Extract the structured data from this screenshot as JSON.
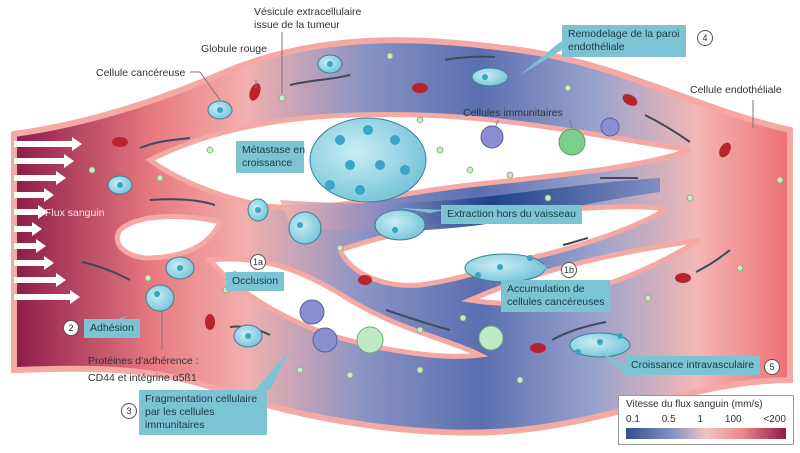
{
  "labels": {
    "vesicle": "Vésicule extracellulaire\nissue de la tumeur",
    "vesicle_line1": "Vésicule extracellulaire",
    "vesicle_line2": "issue de la tumeur",
    "red_blood_cell": "Globule rouge",
    "cancer_cell": "Cellule cancéreuse",
    "endothelial_cell": "Cellule endothéliale",
    "immune_cells": "Cellules immunitaires",
    "blood_flow": "Flux sanguin",
    "adhesion_proteins_line1": "Protéines d'adhérence :",
    "adhesion_proteins_line2": "CD44 et intégrine α5ß1"
  },
  "callouts": {
    "remodeling_line1": "Remodelage de la paroi",
    "remodeling_line2": "endothéliale",
    "remodeling_step": "4",
    "metastasis_line1": "Métastase en",
    "metastasis_line2": "croissance",
    "extravasation": "Extraction hors du vaisseau",
    "occlusion": "Occlusion",
    "occlusion_step": "1a",
    "accumulation_line1": "Accumulation de",
    "accumulation_line2": "cellules cancéreuses",
    "accumulation_step": "1b",
    "adhesion": "Adhésion",
    "adhesion_step": "2",
    "fragmentation_line1": "Fragmentation cellulaire",
    "fragmentation_line2": "par les cellules",
    "fragmentation_line3": "immunitaires",
    "fragmentation_step": "3",
    "intravascular_growth": "Croissance intravasculaire",
    "intravascular_step": "5"
  },
  "legend": {
    "title": "Vitesse du flux sanguin (mm/s)",
    "ticks": [
      "0.1",
      "0.5",
      "1",
      "100",
      "<200"
    ],
    "colors": [
      "#2d4f91",
      "#8a93c4",
      "#f0c4c4",
      "#ee8a8c",
      "#8c1c4a"
    ]
  },
  "colors": {
    "vessel_wall": "#f4a9a4",
    "fast_flow": "#8c1c4a",
    "slow_flow": "#1d3f7f",
    "cancer_cell": "#8fd3e3",
    "red_blood_cell": "#b8232d",
    "vesicle": "#cfe8c8",
    "immune_purple": "#8b8fcf",
    "immune_green": "#7ccf8a",
    "callout_box": "#7cc3d3"
  }
}
